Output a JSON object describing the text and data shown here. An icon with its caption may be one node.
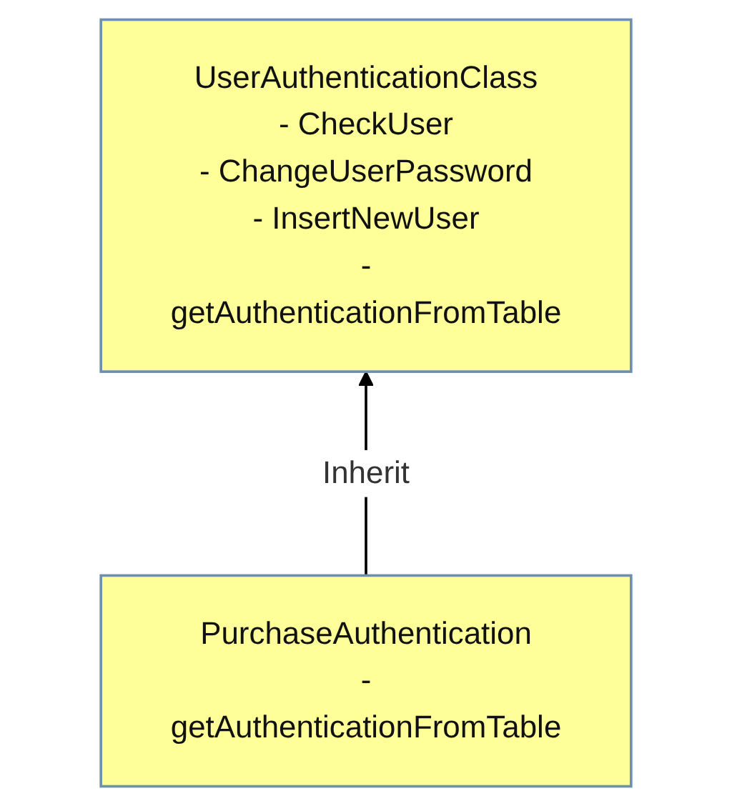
{
  "diagram": {
    "nodes": [
      {
        "text": [
          "UserAuthenticationClass",
          "- CheckUser - ChangeUserPassword - InsertNewUser",
          "-getAuthenticationFromTable"
        ]
      },
      {
        "text": [
          "PurchaseAuthentication",
          "-getAuthenticationFromTable"
        ]
      }
    ],
    "edges": [
      {
        "from": 1,
        "to": 0,
        "arrow": "to",
        "label": "Inherit"
      }
    ]
  }
}
